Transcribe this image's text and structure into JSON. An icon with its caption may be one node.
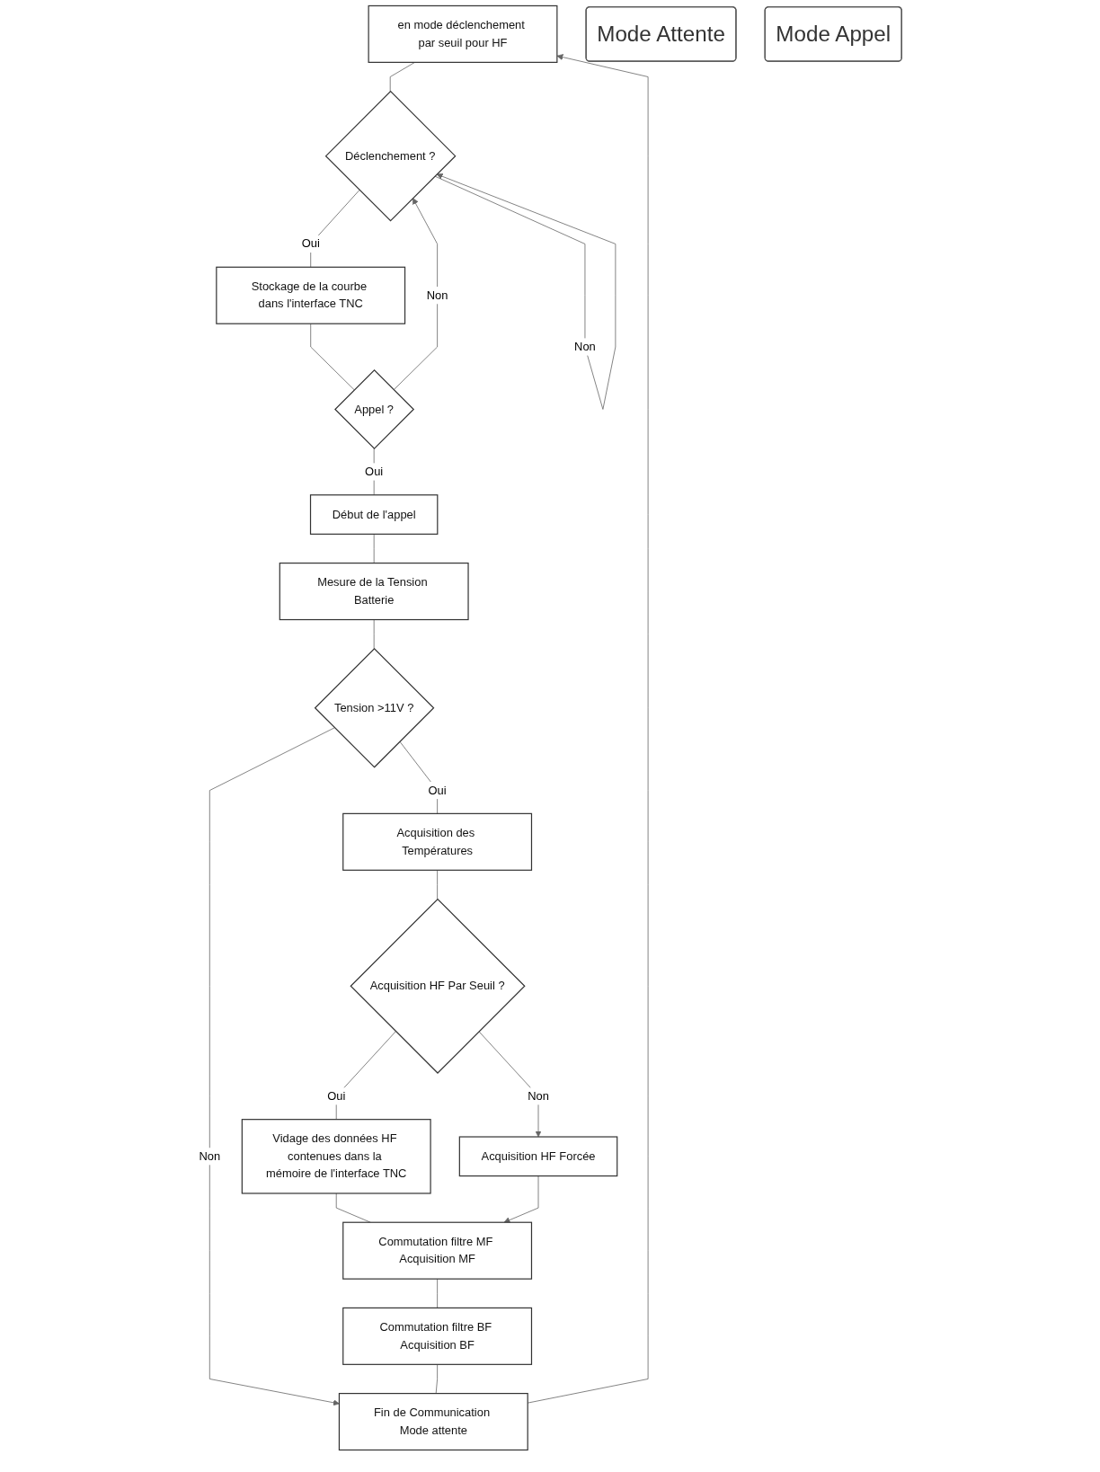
{
  "diagram": {
    "nodes": [
      {
        "text": [
          "en mode déclenchement par seuil pour HF"
        ]
      },
      {
        "text": [
          "Déclenchement ?"
        ]
      },
      {
        "text": [
          "Stockage de la courbe dans l'interface TNC"
        ]
      },
      {
        "text": [
          "Appel ?"
        ]
      },
      {
        "text": [
          "Début de l'appel"
        ]
      },
      {
        "text": [
          "Mesure de la Tension Batterie"
        ]
      },
      {
        "text": [
          "Tension >11V ?"
        ]
      },
      {
        "text": [
          "Acquisition des Températures"
        ]
      },
      {
        "text": [
          "Acquisition HF Par Seuil ?"
        ]
      },
      {
        "text": [
          "Acquisition HF Forcée"
        ]
      },
      {
        "text": [
          "Vidage des données HF contenues dans la mémoire de l'interface TNC"
        ]
      },
      {
        "text": [
          "Commutation filtre MF Acquisition MF"
        ]
      },
      {
        "text": [
          "Commutation filtre BF Acquisition BF"
        ]
      },
      {
        "text": [
          "Fin de Communication Mode attente"
        ]
      },
      {
        "text": [
          "Mode Attente"
        ]
      },
      {
        "text": [
          "Mode Appel"
        ]
      }
    ],
    "edges": [
      {
        "from": 0,
        "to": 1,
        "arrow": "none"
      },
      {
        "from": 1,
        "to": 1,
        "arrow": "to",
        "label": "Non"
      },
      {
        "from": 1,
        "to": 2,
        "arrow": "none",
        "label": "Oui"
      },
      {
        "from": 2,
        "to": 3,
        "arrow": "none"
      },
      {
        "from": 3,
        "to": 1,
        "arrow": "to",
        "label": "Non"
      },
      {
        "from": 3,
        "to": 4,
        "arrow": "none",
        "label": "Oui"
      },
      {
        "from": 4,
        "to": 5,
        "arrow": "none"
      },
      {
        "from": 5,
        "to": 6,
        "arrow": "none"
      },
      {
        "from": 6,
        "to": 13,
        "arrow": "to",
        "label": "Non"
      },
      {
        "from": 6,
        "to": 7,
        "arrow": "none",
        "label": "Oui"
      },
      {
        "from": 7,
        "to": 8,
        "arrow": "none"
      },
      {
        "from": 8,
        "to": 9,
        "arrow": "to",
        "label": "Non"
      },
      {
        "from": 8,
        "to": 10,
        "arrow": "none",
        "label": "Oui"
      },
      {
        "from": 10,
        "to": 11,
        "arrow": "none"
      },
      {
        "from": 9,
        "to": 11,
        "arrow": "to"
      },
      {
        "from": 11,
        "to": 12,
        "arrow": "none"
      },
      {
        "from": 12,
        "to": 13,
        "arrow": "none"
      },
      {
        "from": 13,
        "to": 0,
        "arrow": "to"
      }
    ]
  }
}
